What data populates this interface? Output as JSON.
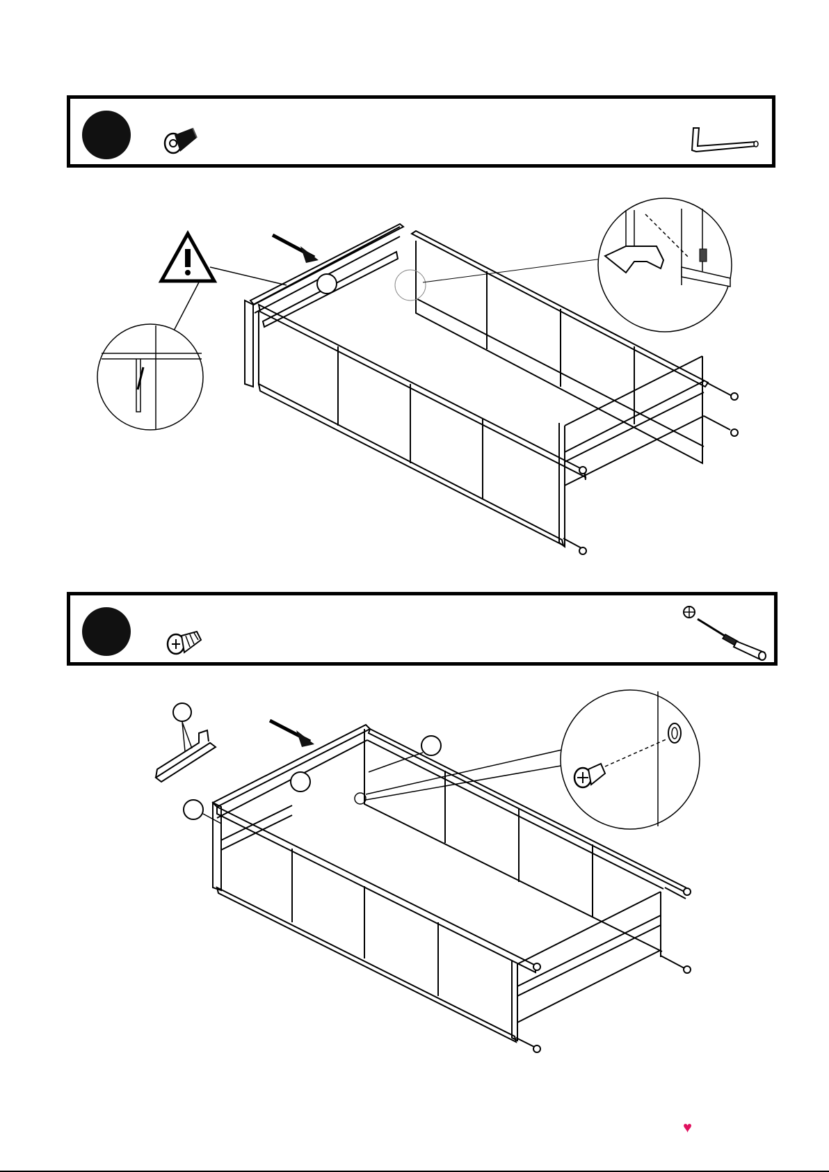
{
  "document": {
    "type": "assembly-instructions",
    "steps": [
      {
        "hardware": "hex-bolt",
        "tool": "allen-key"
      },
      {
        "hardware": "phillips-screw",
        "tool": "phillips-screwdriver"
      }
    ]
  },
  "colors": {
    "ink": "#000000",
    "accent_heart": "#e0115f"
  },
  "footer": {
    "heart_glyph": "♥"
  }
}
